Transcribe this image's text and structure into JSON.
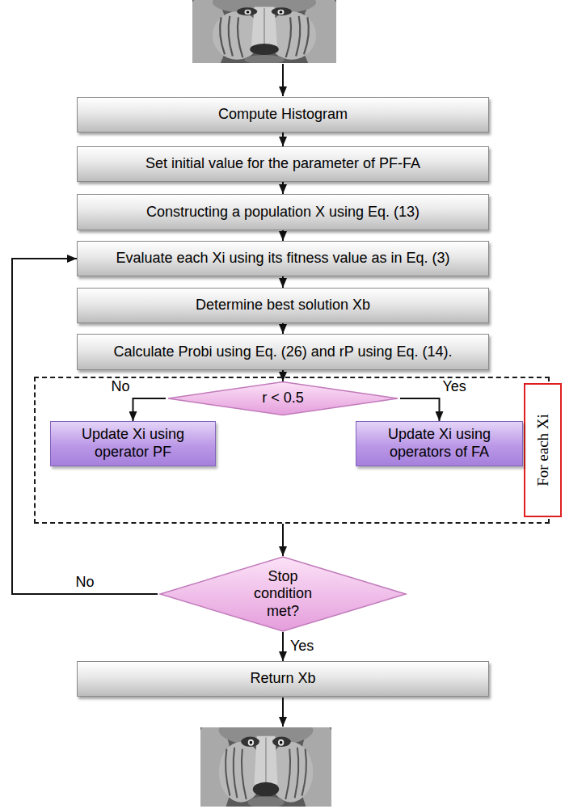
{
  "diagram": {
    "nodes": [
      {
        "text": [
          "Compute Histogram"
        ]
      },
      {
        "text": [
          "Set initial value for the parameter of PF-FA"
        ]
      },
      {
        "text": [
          "Constructing a population X using Eq. (13)"
        ]
      },
      {
        "text": [
          "Evaluate each Xi using its fitness value as in Eq. (3)"
        ]
      },
      {
        "text": [
          "Determine best solution Xb"
        ]
      },
      {
        "text": [
          "Calculate Probi using Eq. (26) and rP using Eq. (14)."
        ]
      },
      {
        "text": [
          "For each Xi"
        ]
      },
      {
        "text": [
          "r < 0.5"
        ],
        "in": 6
      },
      {
        "text": [
          "Update Xi using operator PF"
        ],
        "in": 6
      },
      {
        "text": [
          "Update Xi using operators of FA"
        ],
        "in": 6
      },
      {
        "text": [
          "Stop condition met?"
        ]
      },
      {
        "text": [
          "Return Xb"
        ]
      }
    ],
    "edges": [
      {
        "from": 0,
        "to": 1,
        "arrow": "to"
      },
      {
        "from": 1,
        "to": 2,
        "arrow": "to"
      },
      {
        "from": 2,
        "to": 3,
        "arrow": "to"
      },
      {
        "from": 3,
        "to": 4,
        "arrow": "to"
      },
      {
        "from": 4,
        "to": 5,
        "arrow": "to"
      },
      {
        "from": 5,
        "to": 7,
        "arrow": "to"
      },
      {
        "from": 7,
        "to": 8,
        "label": "No",
        "arrow": "to"
      },
      {
        "from": 7,
        "to": 9,
        "label": "Yes",
        "arrow": "to"
      },
      {
        "from": 6,
        "to": 10,
        "arrow": "to"
      },
      {
        "from": 10,
        "to": 3,
        "label": "No",
        "arrow": "to"
      },
      {
        "from": 10,
        "to": 11,
        "label": "Yes",
        "arrow": "to"
      }
    ]
  }
}
